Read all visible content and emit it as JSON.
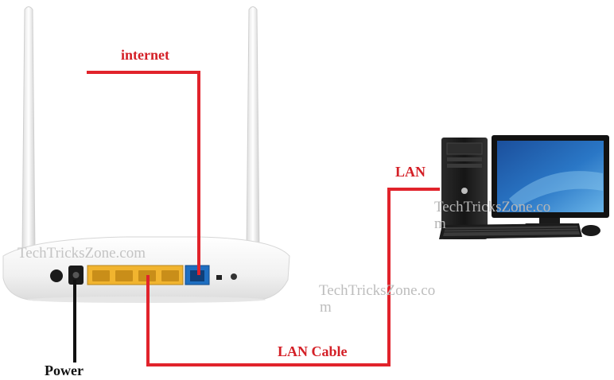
{
  "labels": {
    "internet": "internet",
    "lan": "LAN",
    "lan_cable": "LAN Cable",
    "power": "Power"
  },
  "watermarks": {
    "router": "TechTricksZone.com",
    "center_line1": "TechTricksZone.co",
    "center_line2": "m",
    "computer_line1": "TechTricksZone.co",
    "computer_line2": "m"
  },
  "colors": {
    "cable_red": "#e1232b",
    "power_cable": "#111111",
    "label_red": "#d42027",
    "router_body": "#f4f4f4",
    "lan_ports": "#f1b42f",
    "wan_port": "#1f6fc1",
    "watermark": "#b8b8b8",
    "screen_blue": "#2a77c6"
  },
  "icons": {
    "router": "wireless-router-icon",
    "computer": "desktop-computer-icon"
  }
}
